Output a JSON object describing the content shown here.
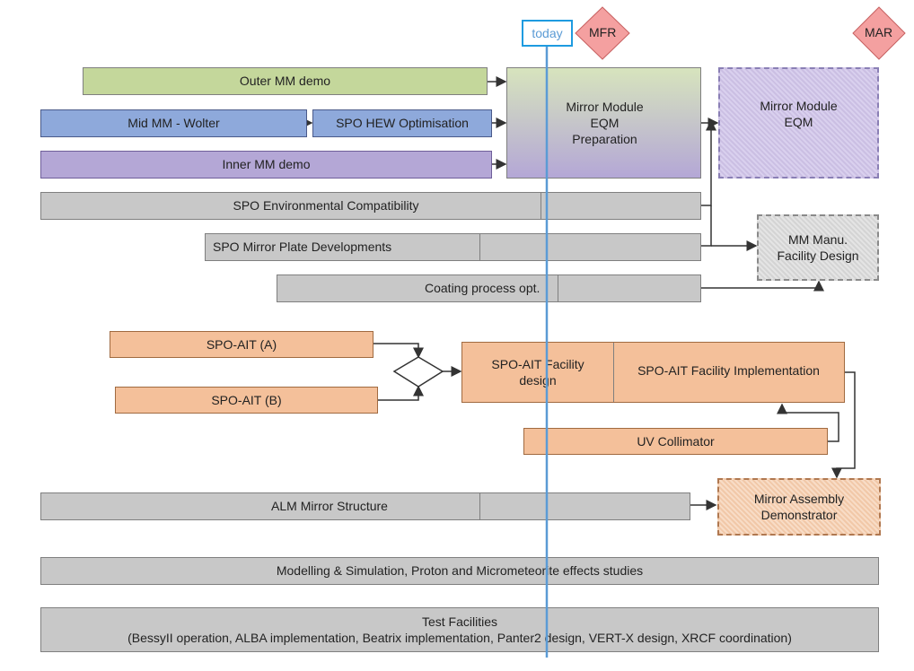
{
  "milestones": {
    "today": "today",
    "mfr": "MFR",
    "mar": "MAR"
  },
  "boxes": {
    "outer_mm_demo": "Outer MM demo",
    "mid_mm_wolter": "Mid MM - Wolter",
    "spo_hew_optimisation": "SPO HEW Optimisation",
    "inner_mm_demo": "Inner MM demo",
    "mirror_module_eqm_preparation": [
      "Mirror Module",
      "EQM",
      "Preparation"
    ],
    "mirror_module_eqm": [
      "Mirror Module",
      "EQM"
    ],
    "spo_environmental_compatibility": "SPO Environmental Compatibility",
    "spo_mirror_plate_developments": "SPO Mirror Plate Developments",
    "mm_manu_facility_design": [
      "MM Manu.",
      "Facility Design"
    ],
    "coating_process_opt": "Coating process opt.",
    "spo_ait_a": "SPO-AIT (A)",
    "spo_ait_b": "SPO-AIT (B)",
    "spo_ait_facility_design": [
      "SPO-AIT Facility",
      "design"
    ],
    "spo_ait_facility_implementation": "SPO-AIT Facility Implementation",
    "uv_collimator": "UV Collimator",
    "alm_mirror_structure": "ALM Mirror Structure",
    "mirror_assembly_demonstrator": [
      "Mirror Assembly",
      "Demonstrator"
    ],
    "modelling_simulation": "Modelling & Simulation, Proton and Micrometeorite effects studies",
    "test_facilities": [
      "Test Facilities",
      "(BessyII operation, ALBA implementation, Beatrix implementation, Panter2 design, VERT-X design, XRCF coordination)"
    ]
  },
  "colors": {
    "green": "#c4d79b",
    "blue": "#8ea9db",
    "purple": "#b4a7d6",
    "gray": "#c8c8c8",
    "orange": "#f4c09a",
    "today_line": "#1e9be0",
    "milestone": "#f4a0a0"
  }
}
